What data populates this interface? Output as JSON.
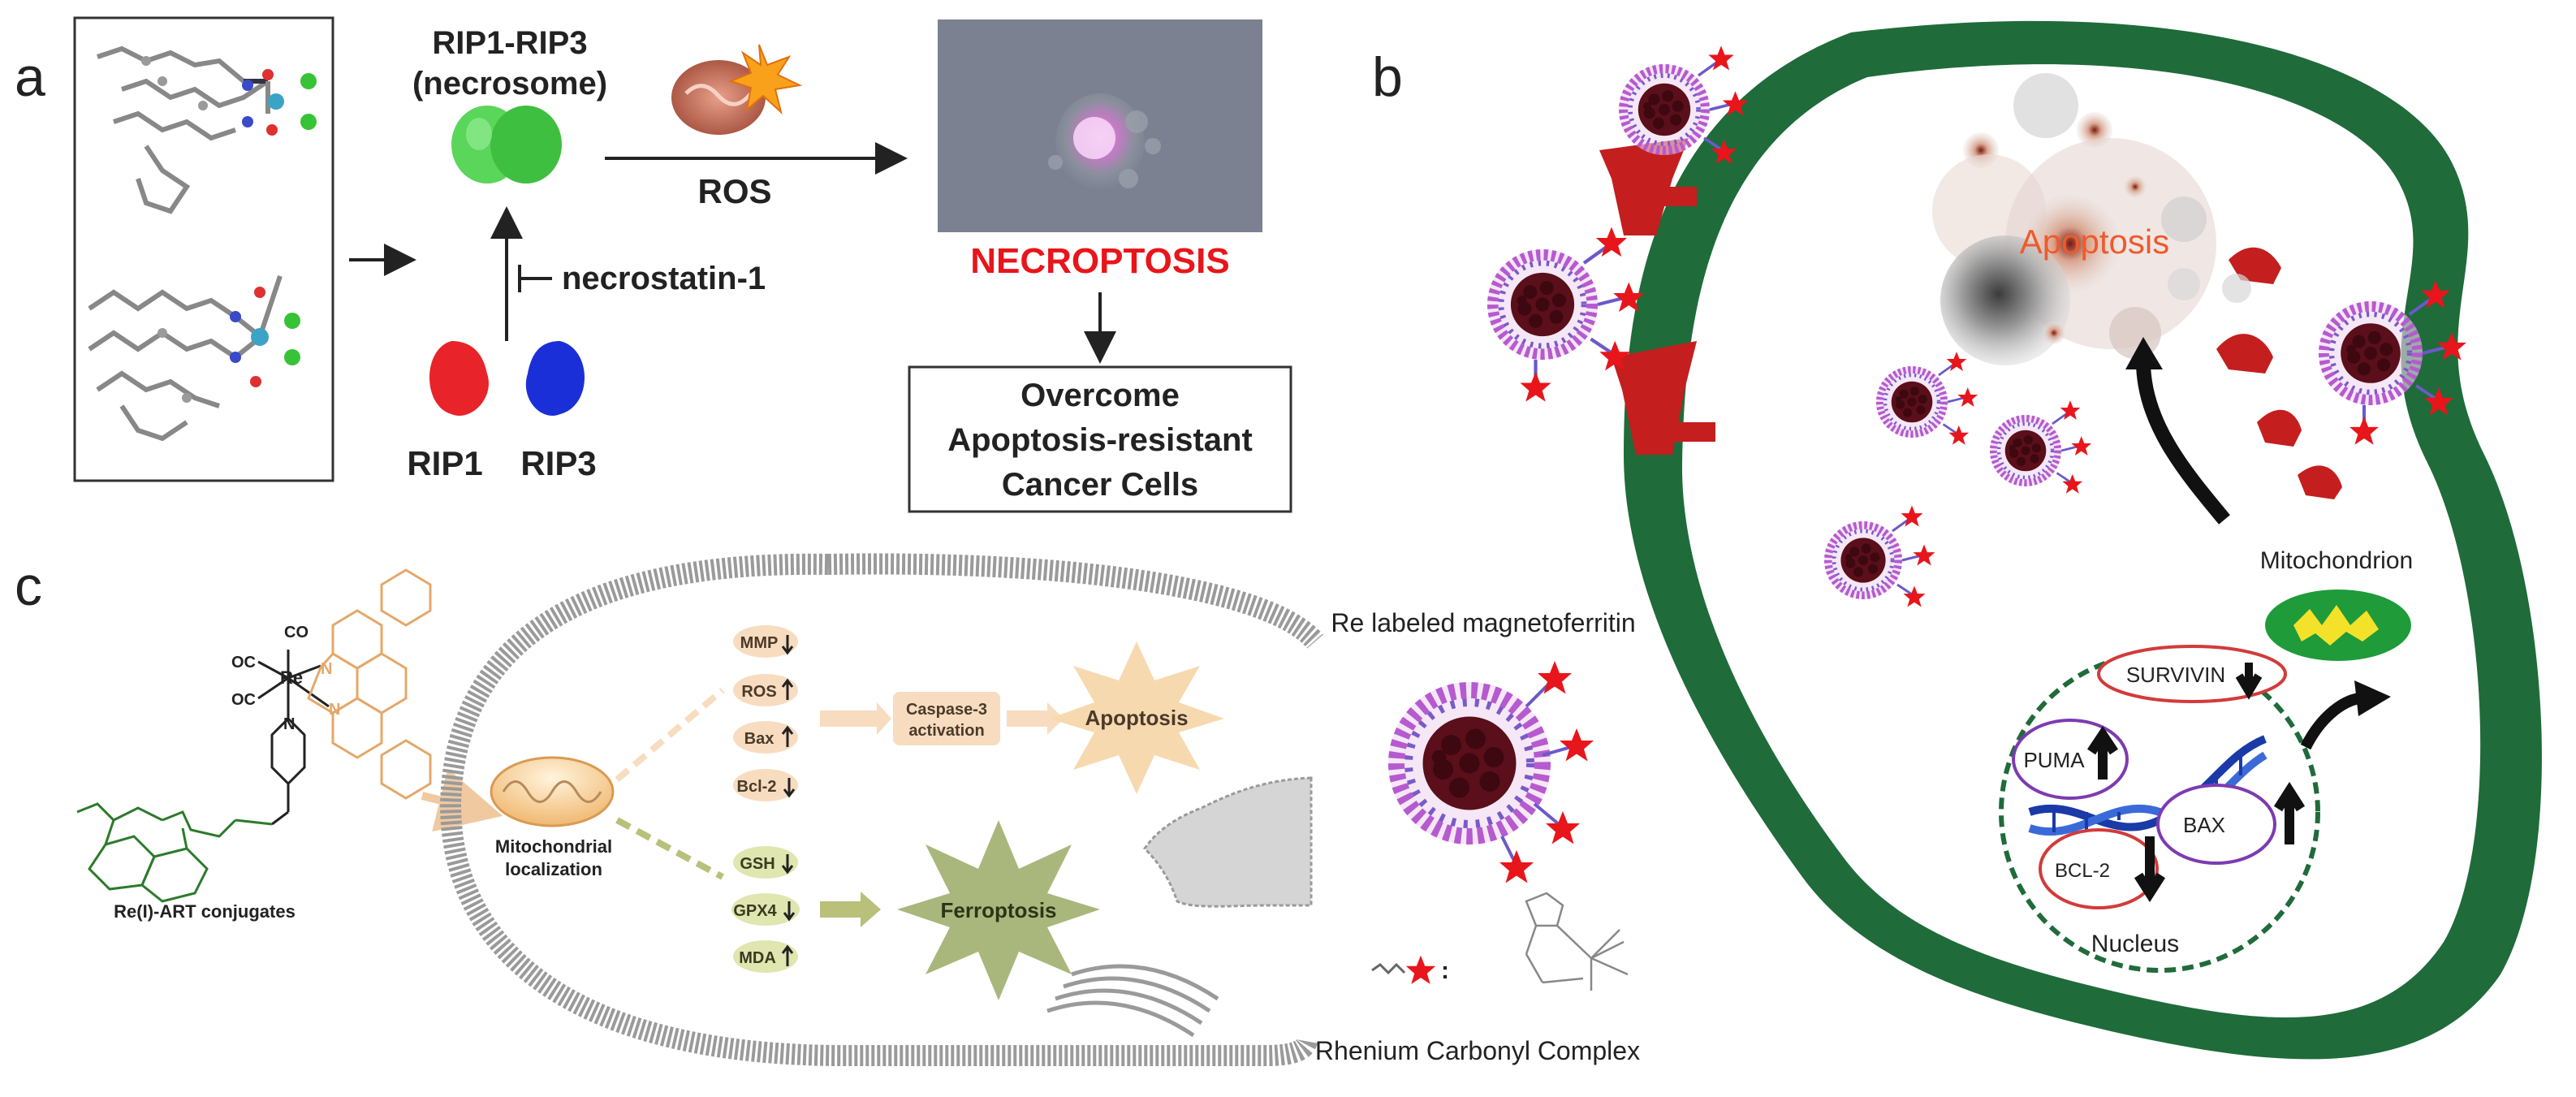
{
  "panel_labels": {
    "a": "a",
    "b": "b",
    "c": "c"
  },
  "panel_a": {
    "necrosome_line1": "RIP1-RIP3",
    "necrosome_line2": "(necrosome)",
    "inhibitor": "necrostatin-1",
    "rip1": "RIP1",
    "rip3": "RIP3",
    "ros": "ROS",
    "necroptosis": "NECROPTOSIS",
    "outcome_line1": "Overcome",
    "outcome_line2": "Apoptosis-resistant",
    "outcome_line3": "Cancer Cells"
  },
  "panel_b": {
    "apoptosis": "Apoptosis",
    "mitochondrion": "Mitochondrion",
    "nucleus": "Nucleus",
    "survivin": "SURVIVIN",
    "puma": "PUMA",
    "bax": "BAX",
    "bcl2": "BCL-2"
  },
  "panel_c": {
    "conjugate_label": "Re(I)-ART conjugates",
    "co1": "CO",
    "co2": "OC",
    "co3": "OC",
    "re": "Re",
    "n1": "N",
    "n2": "N",
    "n3": "N",
    "mito_line1": "Mitochondrial",
    "mito_line2": "localization",
    "mmp": "MMP",
    "ros": "ROS",
    "bax": "Bax",
    "bcl2": "Bcl-2",
    "caspase_line1": "Caspase-3",
    "caspase_line2": "activation",
    "apoptosis": "Apoptosis",
    "gsh": "GSH",
    "gpx4": "GPX4",
    "mda": "MDA",
    "ferroptosis": "Ferroptosis",
    "magnetoferritin": "Re labeled magnetoferritin",
    "rhenium_complex": "Rhenium Carbonyl Complex",
    "colon": ":"
  },
  "colors": {
    "membrane_green": "#1f6b3a",
    "necrosome_green": "#5ad65a",
    "rip1_red": "#e8232a",
    "rip3_blue": "#1b2fd8",
    "necroptosis_red": "#e8151b",
    "receptor_red": "#c41e1e",
    "ferritin_core": "#5a0f1a",
    "ferritin_shell": "#b65ad0",
    "pill_fill": "#f8dcbf",
    "pill_text": "#4a3a2a",
    "apoptosis_star": "#f7d9b0",
    "ferroptosis_star": "#a9b77c",
    "ferro_pill": "#dfe6b0",
    "artemisinin_green": "#2c7a2c",
    "phen_orange": "#e4a86a"
  }
}
